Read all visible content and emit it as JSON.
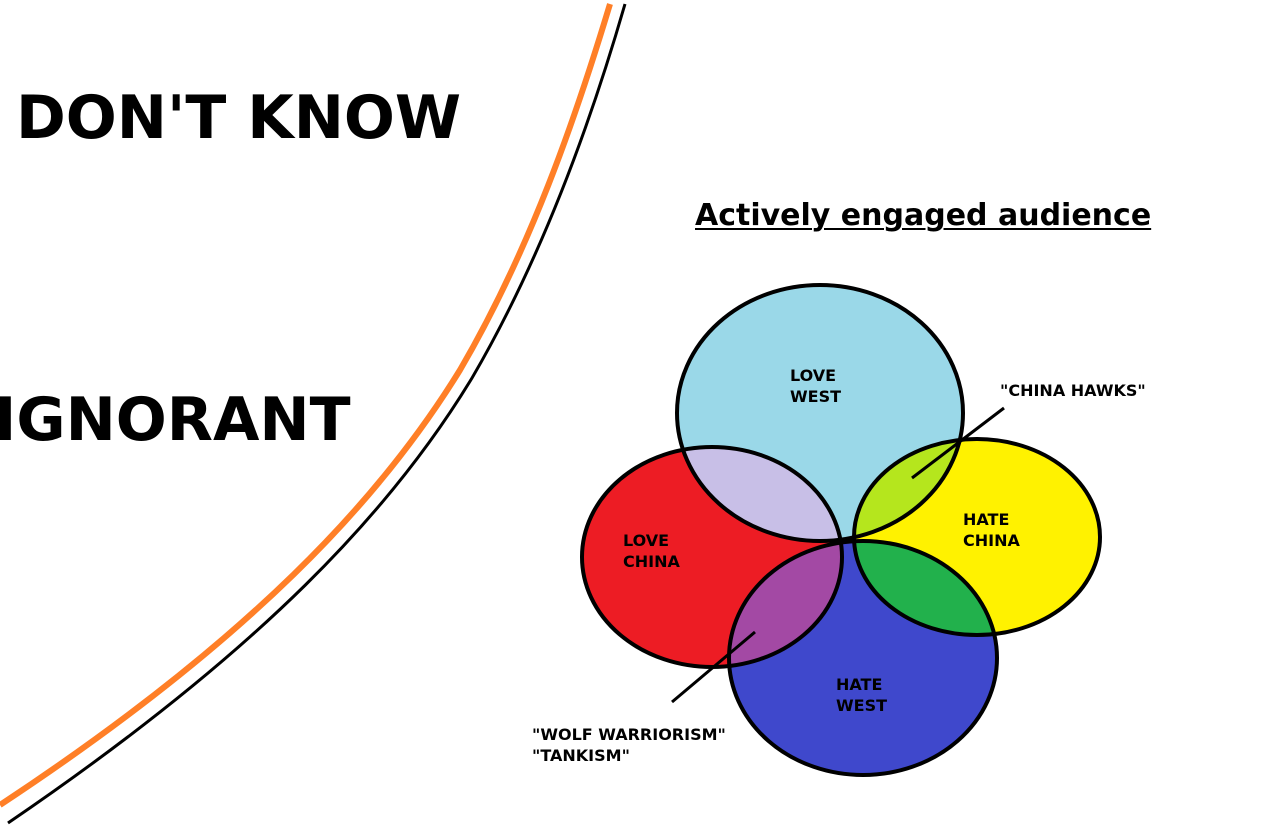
{
  "left_labels": {
    "top": "DON'T KNOW",
    "bottom": "IGNORANT"
  },
  "diagram": {
    "title": "Actively engaged audience",
    "circles": {
      "love_west": {
        "line1": "LOVE",
        "line2": "WEST",
        "color": "#9ad8e8"
      },
      "love_china": {
        "line1": "LOVE",
        "line2": "CHINA",
        "color": "#ed1c24"
      },
      "hate_china": {
        "line1": "HATE",
        "line2": "CHINA",
        "color": "#fff200"
      },
      "hate_west": {
        "line1": "HATE",
        "line2": "WEST",
        "color": "#3f48cc"
      }
    },
    "overlaps": {
      "love_west_love_china": "#c8bfe7",
      "love_west_hate_china": "#b5e61d",
      "hate_china_hate_west": "#22b14c",
      "love_china_hate_west": "#a349a4"
    },
    "callouts": {
      "china_hawks": "\"CHINA HAWKS\"",
      "wolf_warriorism": "\"WOLF WARRIORISM\"",
      "tankism": "\"TANKISM\""
    }
  },
  "divider_colors": {
    "outer": "#ff7f27",
    "inner": "#000000"
  }
}
